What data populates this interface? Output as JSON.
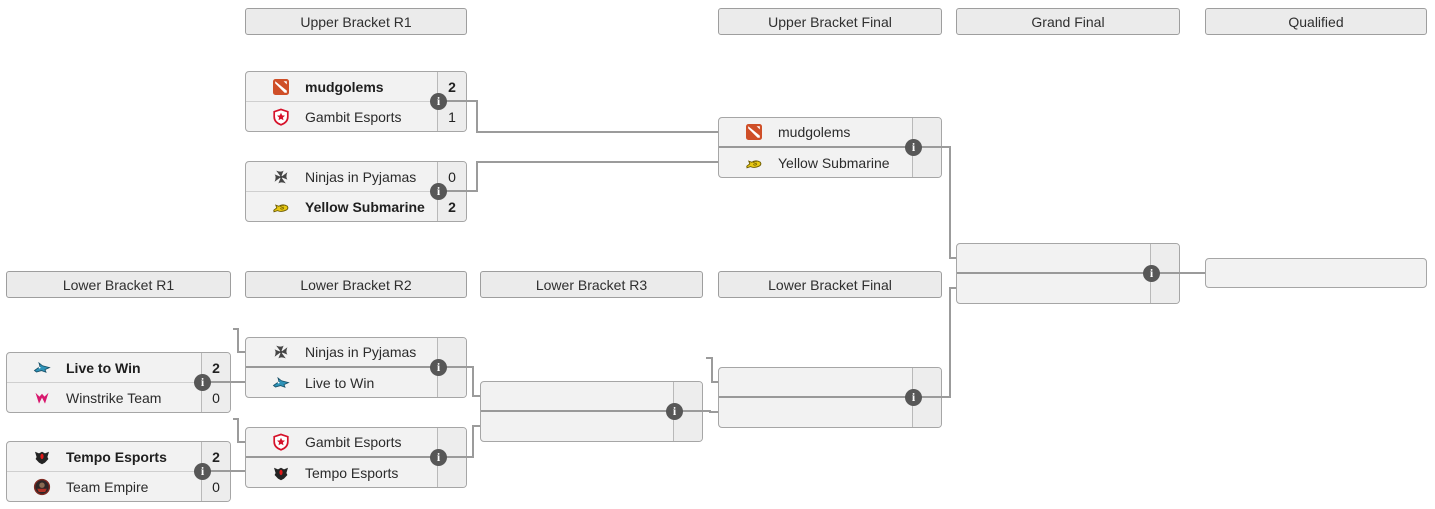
{
  "headers": {
    "upper_r1": "Upper Bracket R1",
    "upper_final": "Upper Bracket Final",
    "grand_final": "Grand Final",
    "qualified": "Qualified",
    "lower_r1": "Lower Bracket R1",
    "lower_r2": "Lower Bracket R2",
    "lower_r3": "Lower Bracket R3",
    "lower_final": "Lower Bracket Final"
  },
  "glyphs": {
    "info": "i"
  },
  "matches": {
    "ub_r1_m1": {
      "team1": {
        "name": "mudgolems",
        "score": "2"
      },
      "team2": {
        "name": "Gambit Esports",
        "score": "1"
      }
    },
    "ub_r1_m2": {
      "team1": {
        "name": "Ninjas in Pyjamas",
        "score": "0"
      },
      "team2": {
        "name": "Yellow Submarine",
        "score": "2"
      }
    },
    "ub_final": {
      "team1": {
        "name": "mudgolems",
        "score": ""
      },
      "team2": {
        "name": "Yellow Submarine",
        "score": ""
      }
    },
    "grand_final": {
      "team1": {
        "name": "",
        "score": ""
      },
      "team2": {
        "name": "",
        "score": ""
      }
    },
    "qualified_slot": {
      "name": ""
    },
    "lb_r1_m1": {
      "team1": {
        "name": "Live to Win",
        "score": "2"
      },
      "team2": {
        "name": "Winstrike Team",
        "score": "0"
      }
    },
    "lb_r1_m2": {
      "team1": {
        "name": "Tempo Esports",
        "score": "2"
      },
      "team2": {
        "name": "Team Empire",
        "score": "0"
      }
    },
    "lb_r2_m1": {
      "team1": {
        "name": "Ninjas in Pyjamas",
        "score": ""
      },
      "team2": {
        "name": "Live to Win",
        "score": ""
      }
    },
    "lb_r2_m2": {
      "team1": {
        "name": "Gambit Esports",
        "score": ""
      },
      "team2": {
        "name": "Tempo Esports",
        "score": ""
      }
    },
    "lb_r3": {
      "team1": {
        "name": "",
        "score": ""
      },
      "team2": {
        "name": "",
        "score": ""
      }
    },
    "lb_final": {
      "team1": {
        "name": "",
        "score": ""
      },
      "team2": {
        "name": "",
        "score": ""
      }
    }
  },
  "colors": {
    "connector": "#9b9b9b",
    "box_border": "#a6a6a6",
    "box_fill": "#f2f2f2",
    "score_cell_fill": "#ededed",
    "header_fill": "#ebebeb",
    "info_icon": "#575757",
    "mudgolems_orange": "#cf4f28",
    "gambit_red": "#d6122a",
    "nip_gray": "#454545",
    "yellow_submarine_yellow": "#e9c913",
    "live_to_win_blue": "#2e93b8",
    "winstrike_pink": "#d8186e",
    "tempo_red": "#e01a1a",
    "empire_red": "#b03024"
  }
}
